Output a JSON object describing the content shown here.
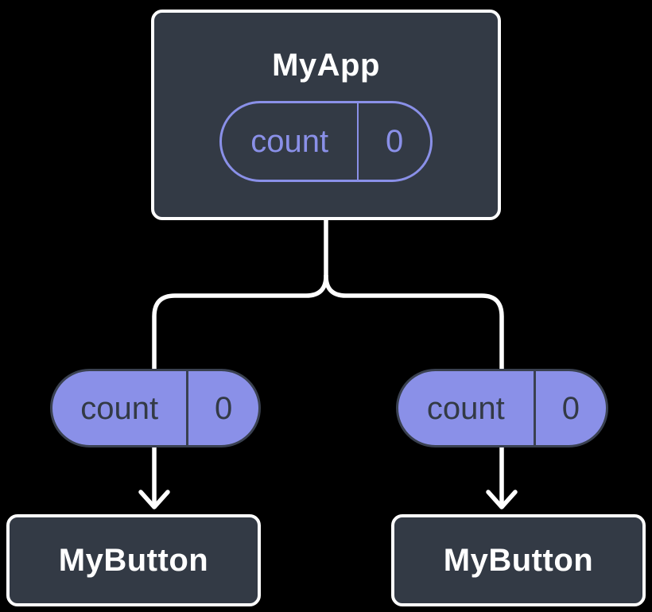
{
  "colors": {
    "background": "#000000",
    "node_fill": "#333A45",
    "node_border": "#FFFFFF",
    "label_text": "#FFFFFF",
    "accent_purple": "#8A90E8",
    "pill_dark_border": "#3A4150",
    "pill_dark_text": "#333A45",
    "connector": "#FFFFFF"
  },
  "tree": {
    "root": {
      "label": "MyApp",
      "state_pill": {
        "key": "count",
        "value": "0"
      }
    },
    "branches": [
      {
        "prop_pill": {
          "key": "count",
          "value": "0"
        },
        "child": {
          "label": "MyButton"
        }
      },
      {
        "prop_pill": {
          "key": "count",
          "value": "0"
        },
        "child": {
          "label": "MyButton"
        }
      }
    ]
  }
}
